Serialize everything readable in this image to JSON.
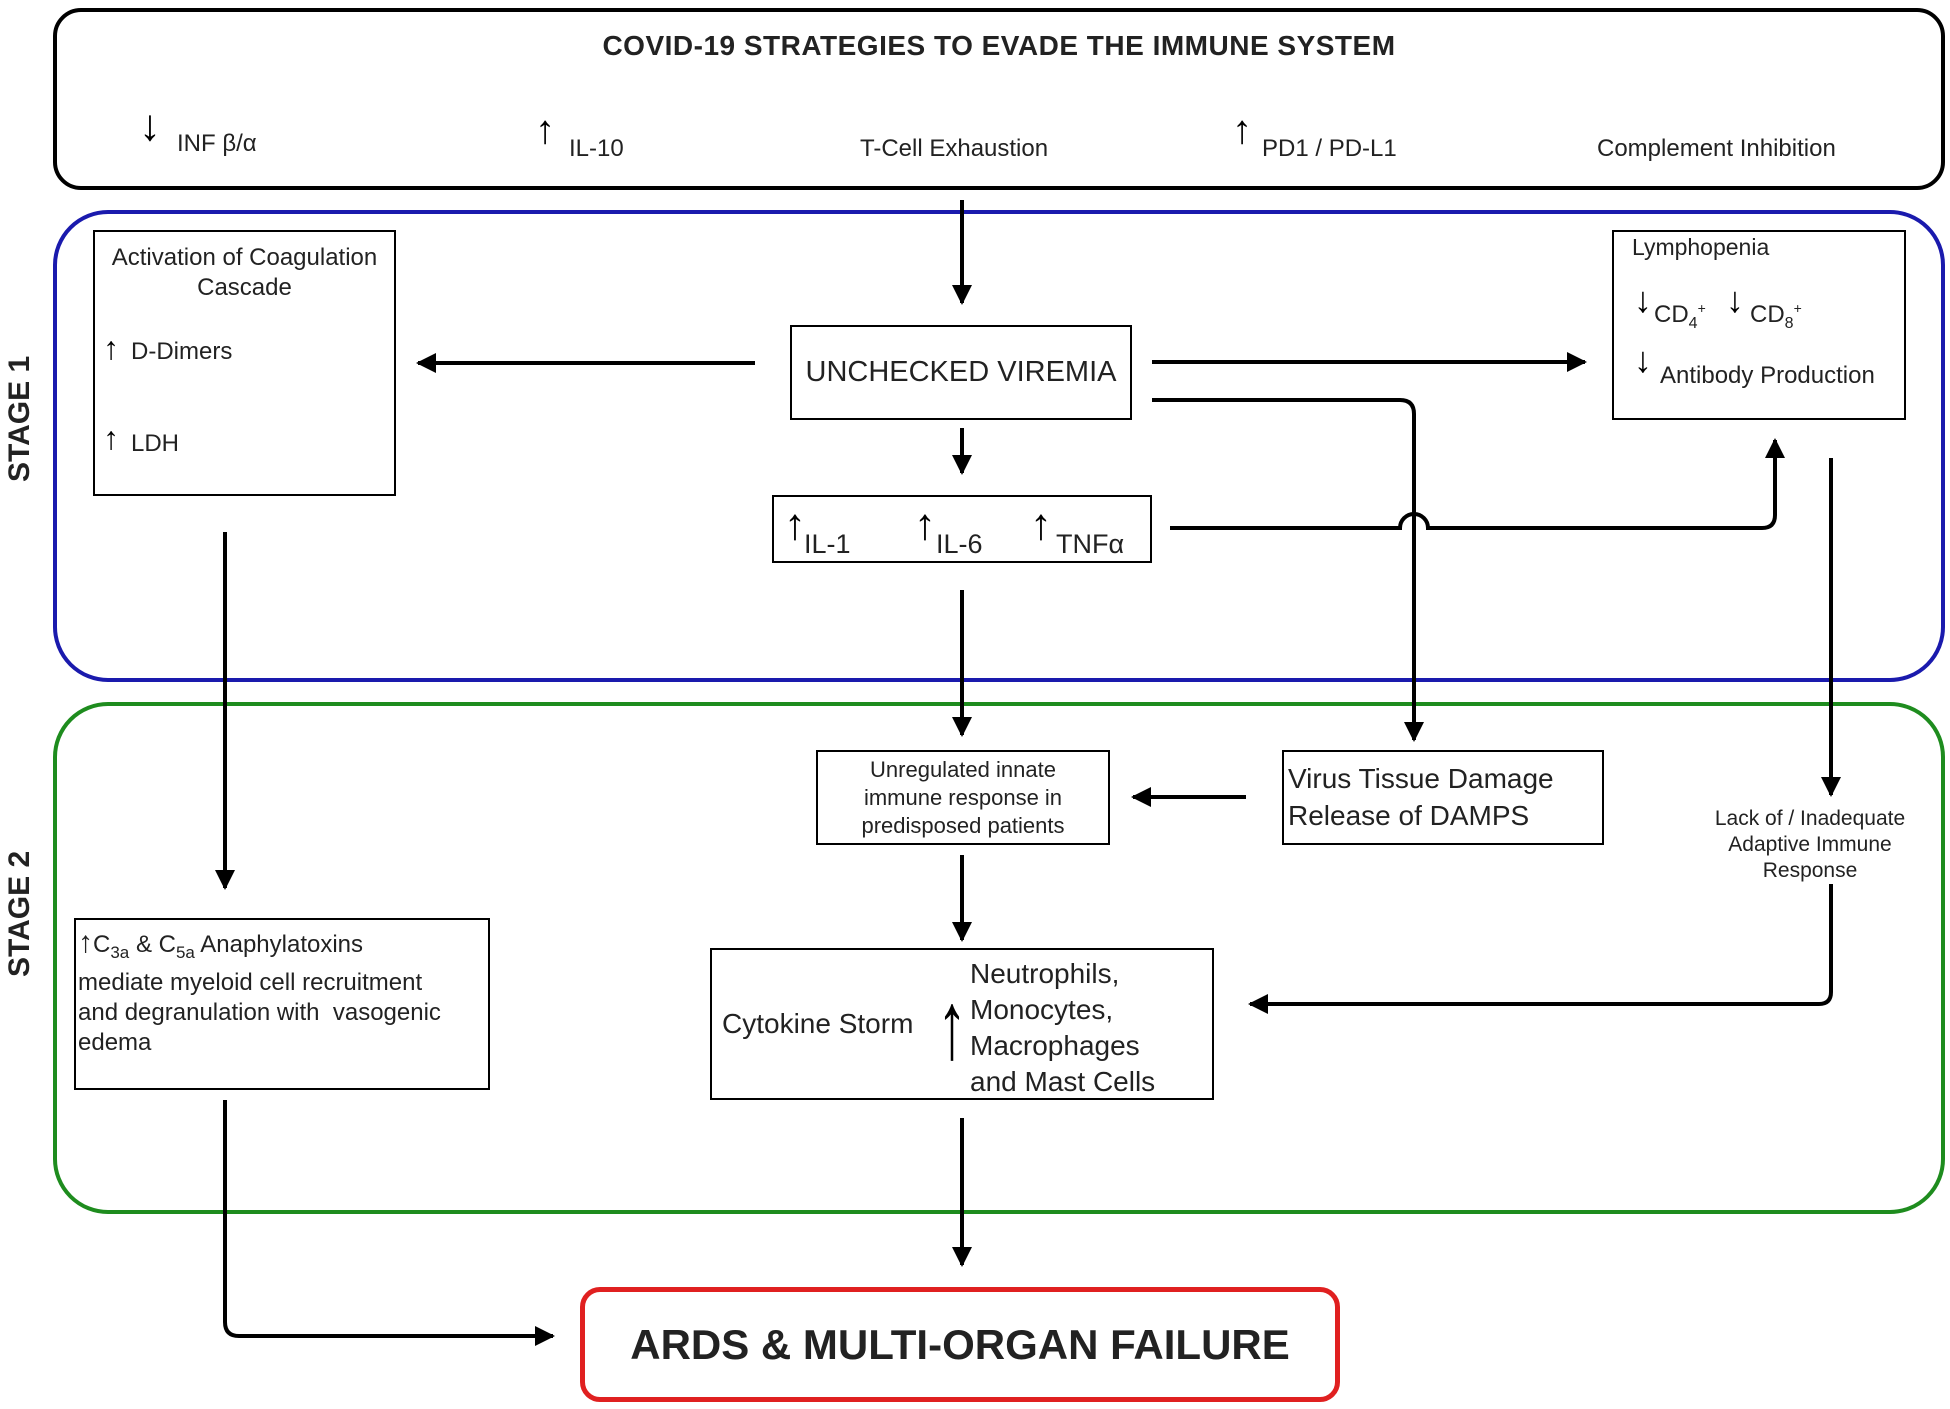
{
  "header": {
    "title": "COVID-19 STRATEGIES TO EVADE THE IMMUNE SYSTEM",
    "items": [
      {
        "arrow": "↓",
        "label": "INF β/α"
      },
      {
        "arrow": "↑",
        "label": "IL-10"
      },
      {
        "arrow": "",
        "label": "T-Cell Exhaustion"
      },
      {
        "arrow": "↑",
        "label": "PD1 / PD-L1"
      },
      {
        "arrow": "",
        "label": "Complement Inhibition"
      }
    ]
  },
  "stages": {
    "stage1": "STAGE 1",
    "stage2": "STAGE 2"
  },
  "coagulation": {
    "title_line1": "Activation of Coagulation",
    "title_line2": "Cascade",
    "item1_arrow": "↑",
    "item1": "D-Dimers",
    "item2_arrow": "↑",
    "item2": "LDH"
  },
  "viremia": {
    "label": "UNCHECKED VIREMIA"
  },
  "cytokines": {
    "arrow": "↑",
    "il1": "IL-1",
    "il6": "IL-6",
    "tnf": "TNFα"
  },
  "lymphopenia": {
    "title": "Lymphopenia",
    "arrow": "↓",
    "cd4": "CD",
    "cd4_sub": "4",
    "cd8": "CD",
    "cd8_sub": "8",
    "sup": "+",
    "antibody": "Antibody Production"
  },
  "innate": {
    "line1": "Unregulated innate",
    "line2": "immune response in",
    "line3": "predisposed patients"
  },
  "damage": {
    "line1": "Virus Tissue Damage",
    "line2": "Release of DAMPS"
  },
  "adaptive": {
    "line1": "Lack of / Inadequate",
    "line2": "Adaptive Immune",
    "line3": "Response"
  },
  "anaphylatoxins": {
    "arrow": "↑",
    "c": "C",
    "c3_sub": "3a",
    "amp": "&",
    "c5_sub": "5a",
    "title_rest": "Anaphylatoxins",
    "line2": "mediate myeloid cell recruitment",
    "line3": "and degranulation with  vasogenic",
    "line4": "edema"
  },
  "storm": {
    "label": "Cytokine Storm",
    "arrow": "↑",
    "line1": "Neutrophils,",
    "line2": "Monocytes,",
    "line3": "Macrophages",
    "line4": "and Mast Cells"
  },
  "outcome": {
    "label": "ARDS & MULTI-ORGAN FAILURE"
  },
  "colors": {
    "stage1_border": "#1a1aad",
    "stage2_border": "#1e8c1e",
    "outcome_border": "#e02020",
    "line": "#000000"
  }
}
